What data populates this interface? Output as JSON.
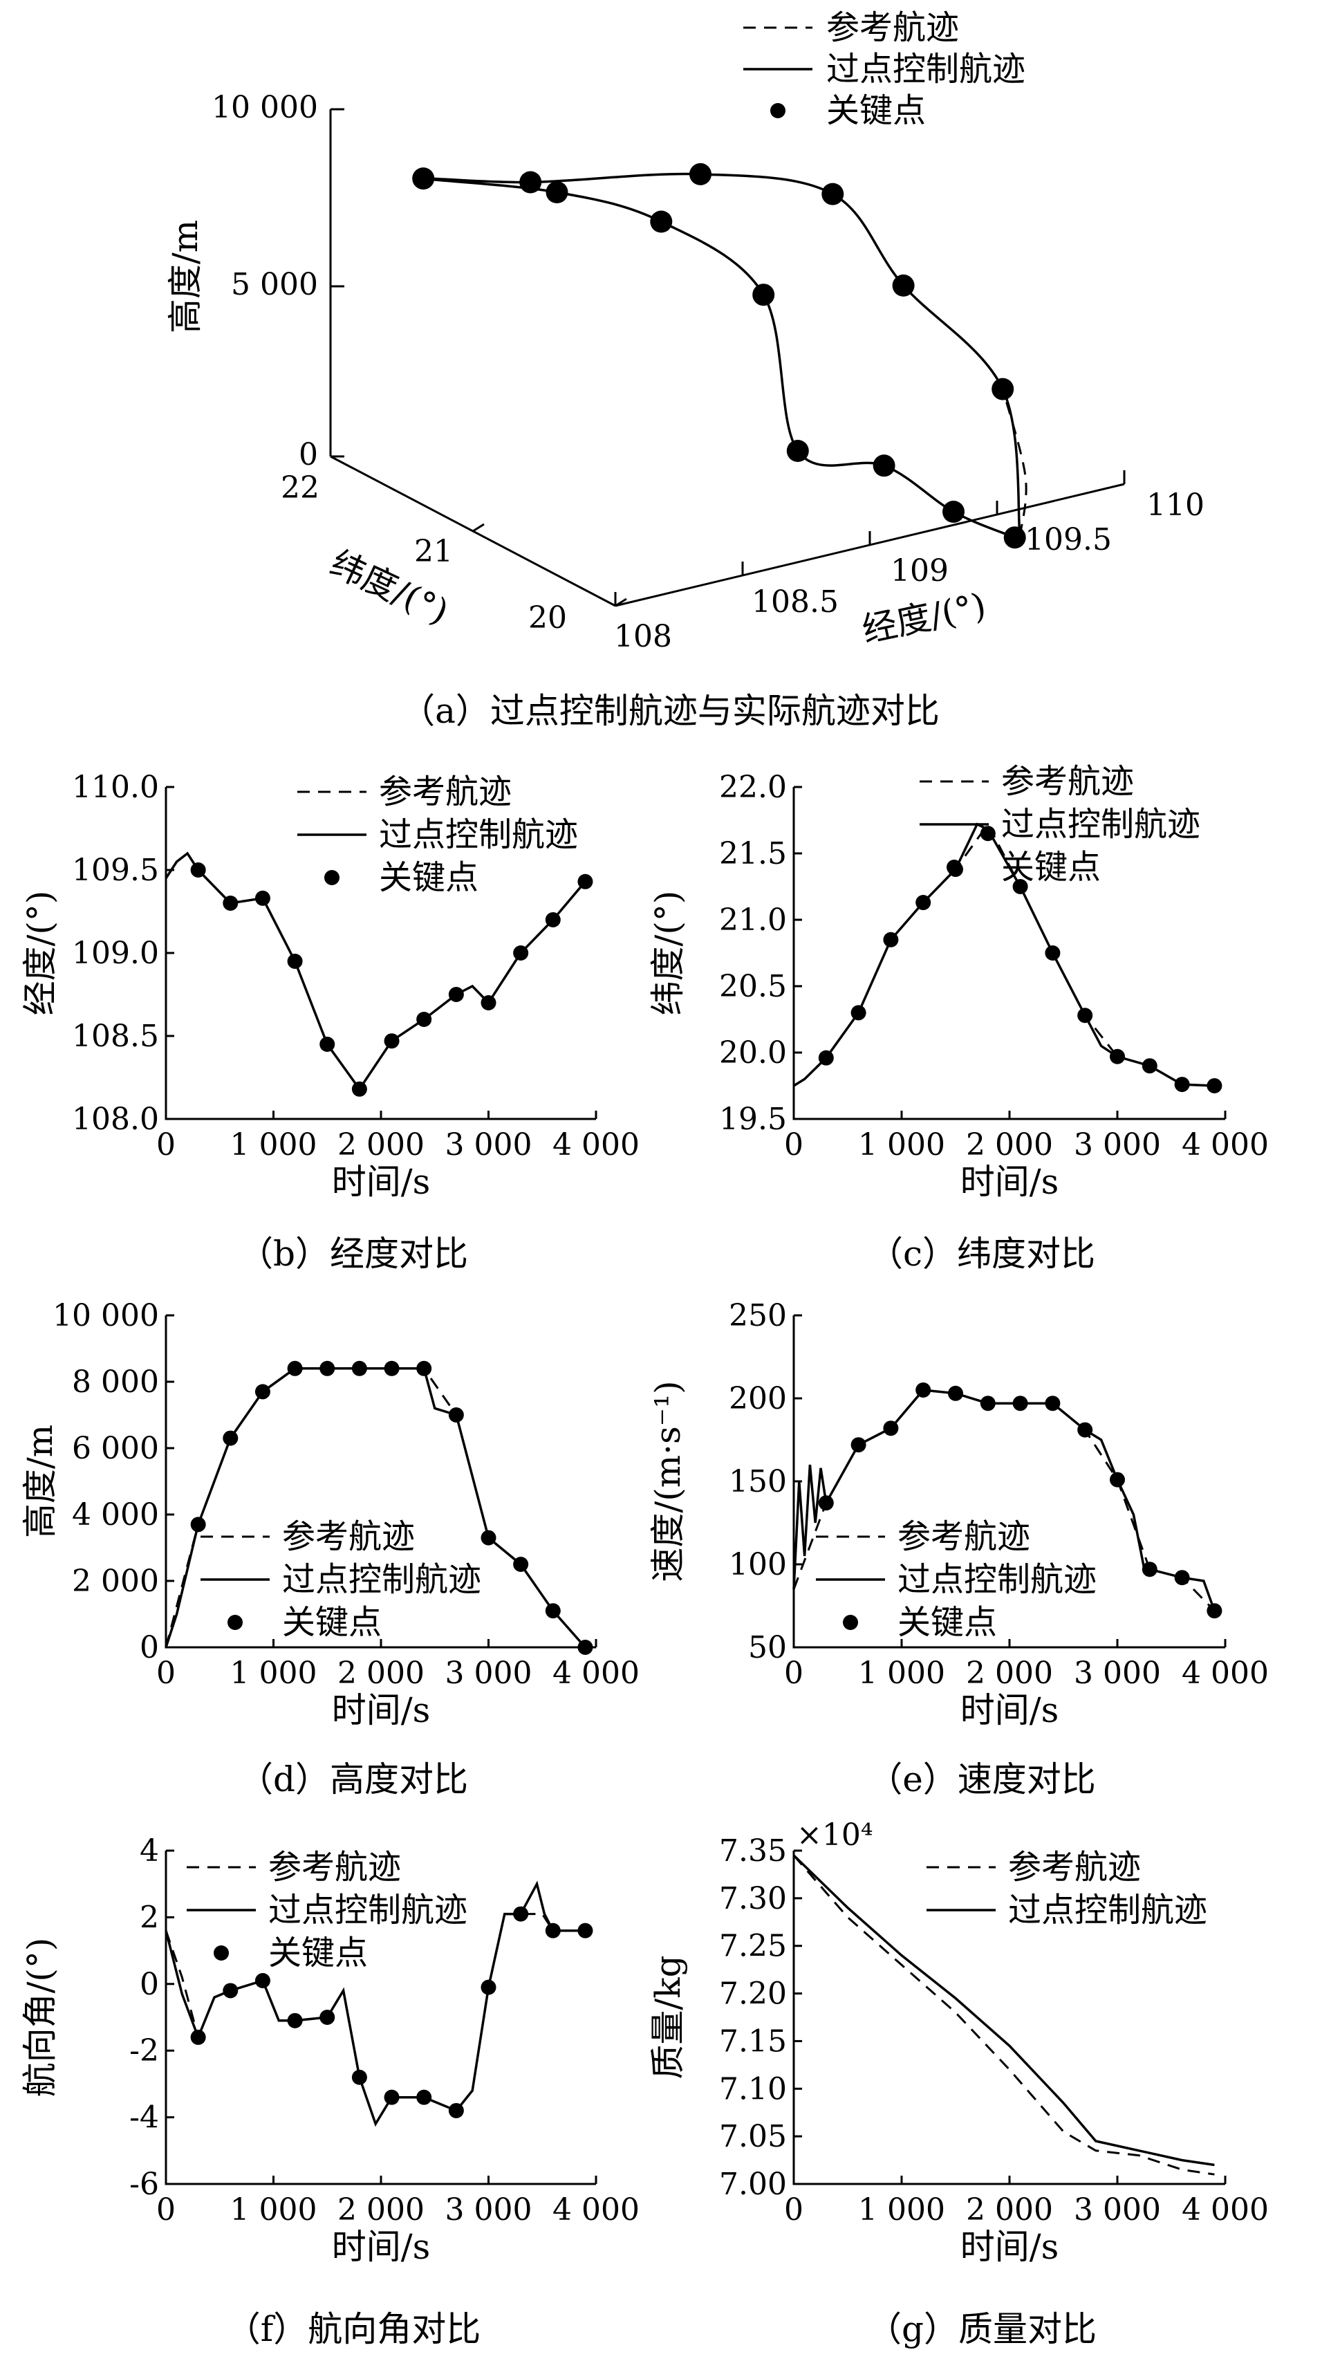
{
  "legend": {
    "ref": "参考航迹",
    "ctl": "过点控制航迹",
    "key": "关键点"
  },
  "chart_data": [
    {
      "id": "a",
      "type": "line3d",
      "caption": "（a）过点控制航迹与实际航迹对比",
      "xlabel": "经度/(°)",
      "ylabel": "纬度/(°)",
      "zlabel": "高度/m",
      "x_ticks": [
        "108",
        "108.5",
        "109",
        "109.5",
        "110"
      ],
      "y_ticks": [
        "20",
        "21",
        "22"
      ],
      "z_ticks": [
        "0",
        "5 000",
        "10 000"
      ],
      "xlim": [
        108,
        110
      ],
      "ylim": [
        20,
        22
      ],
      "zlim": [
        0,
        10000
      ],
      "key_points": [
        {
          "lon": 109.5,
          "lat": 19.96,
          "alt": 3700
        },
        {
          "lon": 109.3,
          "lat": 20.3,
          "alt": 6300
        },
        {
          "lon": 109.33,
          "lat": 20.85,
          "alt": 7700
        },
        {
          "lon": 108.95,
          "lat": 21.1,
          "alt": 8400
        },
        {
          "lon": 108.45,
          "lat": 21.4,
          "alt": 8400
        },
        {
          "lon": 108.18,
          "lat": 21.67,
          "alt": 8400
        },
        {
          "lon": 108.47,
          "lat": 21.25,
          "alt": 8400
        },
        {
          "lon": 108.6,
          "lat": 20.75,
          "alt": 8400
        },
        {
          "lon": 108.75,
          "lat": 20.3,
          "alt": 7000
        },
        {
          "lon": 108.7,
          "lat": 19.97,
          "alt": 3300
        },
        {
          "lon": 109.0,
          "lat": 19.9,
          "alt": 2500
        },
        {
          "lon": 109.2,
          "lat": 19.77,
          "alt": 1100
        },
        {
          "lon": 109.43,
          "lat": 19.75,
          "alt": 0
        }
      ]
    },
    {
      "id": "b",
      "type": "line",
      "caption": "（b）经度对比",
      "xlabel": "时间/s",
      "ylabel": "经度/(°)",
      "xlim": [
        0,
        4000
      ],
      "ylim": [
        108.0,
        110.0
      ],
      "x_ticks": [
        "0",
        "1 000",
        "2 000",
        "3 000",
        "4 000"
      ],
      "y_ticks": [
        "108.0",
        "108.5",
        "109.0",
        "109.5",
        "110.0"
      ],
      "series": [
        {
          "name": "参考航迹",
          "x": [
            0,
            100,
            200,
            300,
            600,
            900,
            1200,
            1500,
            1800,
            2100,
            2400,
            2700,
            2850,
            3000,
            3300,
            3600,
            3900
          ],
          "y": [
            109.45,
            109.55,
            109.6,
            109.5,
            109.3,
            109.33,
            108.95,
            108.45,
            108.18,
            108.47,
            108.6,
            108.75,
            108.8,
            108.7,
            109.0,
            109.2,
            109.43
          ]
        },
        {
          "name": "过点控制航迹",
          "x": [
            0,
            100,
            200,
            300,
            600,
            900,
            1200,
            1500,
            1800,
            2100,
            2400,
            2700,
            2850,
            3000,
            3300,
            3600,
            3900
          ],
          "y": [
            109.45,
            109.55,
            109.6,
            109.5,
            109.3,
            109.33,
            108.95,
            108.45,
            108.18,
            108.47,
            108.6,
            108.75,
            108.8,
            108.7,
            109.0,
            109.2,
            109.43
          ]
        }
      ],
      "key_points": {
        "x": [
          300,
          600,
          900,
          1200,
          1500,
          1800,
          2100,
          2400,
          2700,
          3000,
          3300,
          3600,
          3900
        ],
        "y": [
          109.5,
          109.3,
          109.33,
          108.95,
          108.45,
          108.18,
          108.47,
          108.6,
          108.75,
          108.7,
          109.0,
          109.2,
          109.43
        ]
      }
    },
    {
      "id": "c",
      "type": "line",
      "caption": "（c）纬度对比",
      "xlabel": "时间/s",
      "ylabel": "纬度/(°)",
      "xlim": [
        0,
        4000
      ],
      "ylim": [
        19.5,
        22.0
      ],
      "x_ticks": [
        "0",
        "1 000",
        "2 000",
        "3 000",
        "4 000"
      ],
      "y_ticks": [
        "19.5",
        "20.0",
        "20.5",
        "21.0",
        "21.5",
        "22.0"
      ],
      "series": [
        {
          "name": "参考航迹",
          "x": [
            0,
            100,
            300,
            600,
            900,
            1200,
            1500,
            1800,
            2100,
            2400,
            2700,
            3000,
            3300,
            3600,
            3900
          ],
          "y": [
            19.75,
            19.8,
            19.96,
            20.3,
            20.85,
            21.13,
            21.38,
            21.72,
            21.25,
            20.75,
            20.28,
            19.97,
            19.9,
            19.76,
            19.75
          ]
        },
        {
          "name": "过点控制航迹",
          "x": [
            0,
            100,
            300,
            600,
            900,
            1200,
            1500,
            1700,
            1800,
            2100,
            2400,
            2700,
            2850,
            3000,
            3300,
            3600,
            3900
          ],
          "y": [
            19.75,
            19.8,
            19.96,
            20.3,
            20.85,
            21.13,
            21.38,
            21.72,
            21.68,
            21.25,
            20.75,
            20.28,
            20.05,
            19.97,
            19.9,
            19.76,
            19.75
          ]
        }
      ],
      "key_points": {
        "x": [
          300,
          600,
          900,
          1200,
          1500,
          1800,
          2100,
          2400,
          2700,
          3000,
          3300,
          3600,
          3900
        ],
        "y": [
          19.96,
          20.3,
          20.85,
          21.13,
          21.38,
          21.65,
          21.25,
          20.75,
          20.28,
          19.97,
          19.9,
          19.76,
          19.75
        ]
      }
    },
    {
      "id": "d",
      "type": "line",
      "caption": "（d）高度对比",
      "xlabel": "时间/s",
      "ylabel": "高度/m",
      "xlim": [
        0,
        4000
      ],
      "ylim": [
        0,
        10000
      ],
      "x_ticks": [
        "0",
        "1 000",
        "2 000",
        "3 000",
        "4 000"
      ],
      "y_ticks": [
        "0",
        "2 000",
        "4 000",
        "6 000",
        "8 000",
        "10 000"
      ],
      "series": [
        {
          "name": "参考航迹",
          "x": [
            0,
            300,
            600,
            900,
            1200,
            1500,
            1800,
            2100,
            2400,
            2700,
            3000,
            3300,
            3600,
            3900
          ],
          "y": [
            0,
            3700,
            6300,
            7700,
            8400,
            8400,
            8400,
            8400,
            8400,
            7000,
            3300,
            2500,
            1100,
            0
          ]
        },
        {
          "name": "过点控制航迹",
          "x": [
            0,
            100,
            300,
            600,
            900,
            1200,
            1500,
            1800,
            2100,
            2400,
            2500,
            2700,
            3000,
            3300,
            3600,
            3900
          ],
          "y": [
            0,
            1000,
            3700,
            6300,
            7700,
            8400,
            8400,
            8400,
            8400,
            8400,
            7200,
            7000,
            3300,
            2500,
            1100,
            0
          ]
        }
      ],
      "key_points": {
        "x": [
          300,
          600,
          900,
          1200,
          1500,
          1800,
          2100,
          2400,
          2700,
          3000,
          3300,
          3600,
          3900
        ],
        "y": [
          3700,
          6300,
          7700,
          8400,
          8400,
          8400,
          8400,
          8400,
          7000,
          3300,
          2500,
          1100,
          0
        ]
      }
    },
    {
      "id": "e",
      "type": "line",
      "caption": "（e）速度对比",
      "xlabel": "时间/s",
      "ylabel": "速度/(m·s⁻¹)",
      "xlim": [
        0,
        4000
      ],
      "ylim": [
        50,
        250
      ],
      "x_ticks": [
        "0",
        "1 000",
        "2 000",
        "3 000",
        "4 000"
      ],
      "y_ticks": [
        "50",
        "100",
        "150",
        "200",
        "250"
      ],
      "series": [
        {
          "name": "参考航迹",
          "x": [
            0,
            300,
            600,
            900,
            1200,
            1500,
            1800,
            2100,
            2400,
            2700,
            3000,
            3300,
            3600,
            3900
          ],
          "y": [
            85,
            137,
            172,
            182,
            205,
            203,
            197,
            197,
            197,
            181,
            151,
            97,
            92,
            72
          ]
        },
        {
          "name": "过点控制航迹",
          "x": [
            0,
            50,
            100,
            150,
            200,
            250,
            300,
            600,
            900,
            1200,
            1500,
            1800,
            2100,
            2400,
            2700,
            2850,
            3000,
            3150,
            3250,
            3300,
            3600,
            3800,
            3900
          ],
          "y": [
            85,
            150,
            105,
            160,
            125,
            158,
            137,
            172,
            182,
            205,
            203,
            197,
            197,
            197,
            181,
            175,
            151,
            130,
            97,
            97,
            92,
            90,
            72
          ]
        }
      ],
      "key_points": {
        "x": [
          300,
          600,
          900,
          1200,
          1500,
          1800,
          2100,
          2400,
          2700,
          3000,
          3300,
          3600,
          3900
        ],
        "y": [
          137,
          172,
          182,
          205,
          203,
          197,
          197,
          197,
          181,
          151,
          97,
          92,
          72
        ]
      }
    },
    {
      "id": "f",
      "type": "line",
      "caption": "（f）航向角对比",
      "xlabel": "时间/s",
      "ylabel": "航向角/(°)",
      "xlim": [
        0,
        4000
      ],
      "ylim": [
        -6,
        4
      ],
      "x_ticks": [
        "0",
        "1 000",
        "2 000",
        "3 000",
        "4 000"
      ],
      "y_ticks": [
        "-6",
        "-4",
        "-2",
        "0",
        "2",
        "4"
      ],
      "series": [
        {
          "name": "参考航迹",
          "x": [
            0,
            150,
            300,
            450,
            600,
            900,
            1050,
            1200,
            1500,
            1650,
            1800,
            1950,
            2100,
            2400,
            2700,
            2850,
            3000,
            3150,
            3300,
            3500,
            3600,
            3900
          ],
          "y": [
            1.6,
            0.2,
            -1.6,
            -0.4,
            -0.2,
            0.1,
            -1.1,
            -1.1,
            -1.0,
            -0.2,
            -2.8,
            -4.2,
            -3.4,
            -3.4,
            -3.8,
            -3.2,
            -0.1,
            2.1,
            2.1,
            2.1,
            1.6,
            1.6
          ]
        },
        {
          "name": "过点控制航迹",
          "x": [
            0,
            150,
            300,
            450,
            600,
            900,
            1050,
            1200,
            1500,
            1650,
            1800,
            1950,
            2100,
            2400,
            2700,
            2850,
            3000,
            3150,
            3300,
            3450,
            3520,
            3600,
            3900
          ],
          "y": [
            1.6,
            -0.3,
            -1.6,
            -0.4,
            -0.2,
            0.1,
            -1.1,
            -1.1,
            -1.0,
            -0.2,
            -2.8,
            -4.2,
            -3.4,
            -3.4,
            -3.8,
            -3.2,
            -0.1,
            2.1,
            2.1,
            3.0,
            2.1,
            1.6,
            1.6
          ]
        }
      ],
      "key_points": {
        "x": [
          300,
          600,
          900,
          1200,
          1500,
          1800,
          2100,
          2400,
          2700,
          3000,
          3300,
          3600,
          3900
        ],
        "y": [
          -1.6,
          -0.2,
          0.1,
          -1.1,
          -1.0,
          -2.8,
          -3.4,
          -3.4,
          -3.8,
          -0.1,
          2.1,
          1.6,
          1.6
        ]
      }
    },
    {
      "id": "g",
      "type": "line",
      "caption": "（g）质量对比",
      "xlabel": "时间/s",
      "ylabel": "质量/kg",
      "multiplier": "×10⁴",
      "xlim": [
        0,
        4000
      ],
      "ylim": [
        7.0,
        7.35
      ],
      "x_ticks": [
        "0",
        "1 000",
        "2 000",
        "3 000",
        "4 000"
      ],
      "y_ticks": [
        "7.00",
        "7.05",
        "7.10",
        "7.15",
        "7.20",
        "7.25",
        "7.30",
        "7.35"
      ],
      "series": [
        {
          "name": "参考航迹",
          "x": [
            0,
            500,
            1000,
            1500,
            2000,
            2500,
            2800,
            3200,
            3600,
            3900
          ],
          "y": [
            7.345,
            7.28,
            7.23,
            7.18,
            7.12,
            7.055,
            7.035,
            7.03,
            7.015,
            7.01
          ]
        },
        {
          "name": "过点控制航迹",
          "x": [
            0,
            500,
            1000,
            1500,
            2000,
            2500,
            2800,
            3200,
            3600,
            3900
          ],
          "y": [
            7.345,
            7.29,
            7.24,
            7.195,
            7.145,
            7.085,
            7.045,
            7.035,
            7.025,
            7.02
          ]
        }
      ]
    }
  ]
}
